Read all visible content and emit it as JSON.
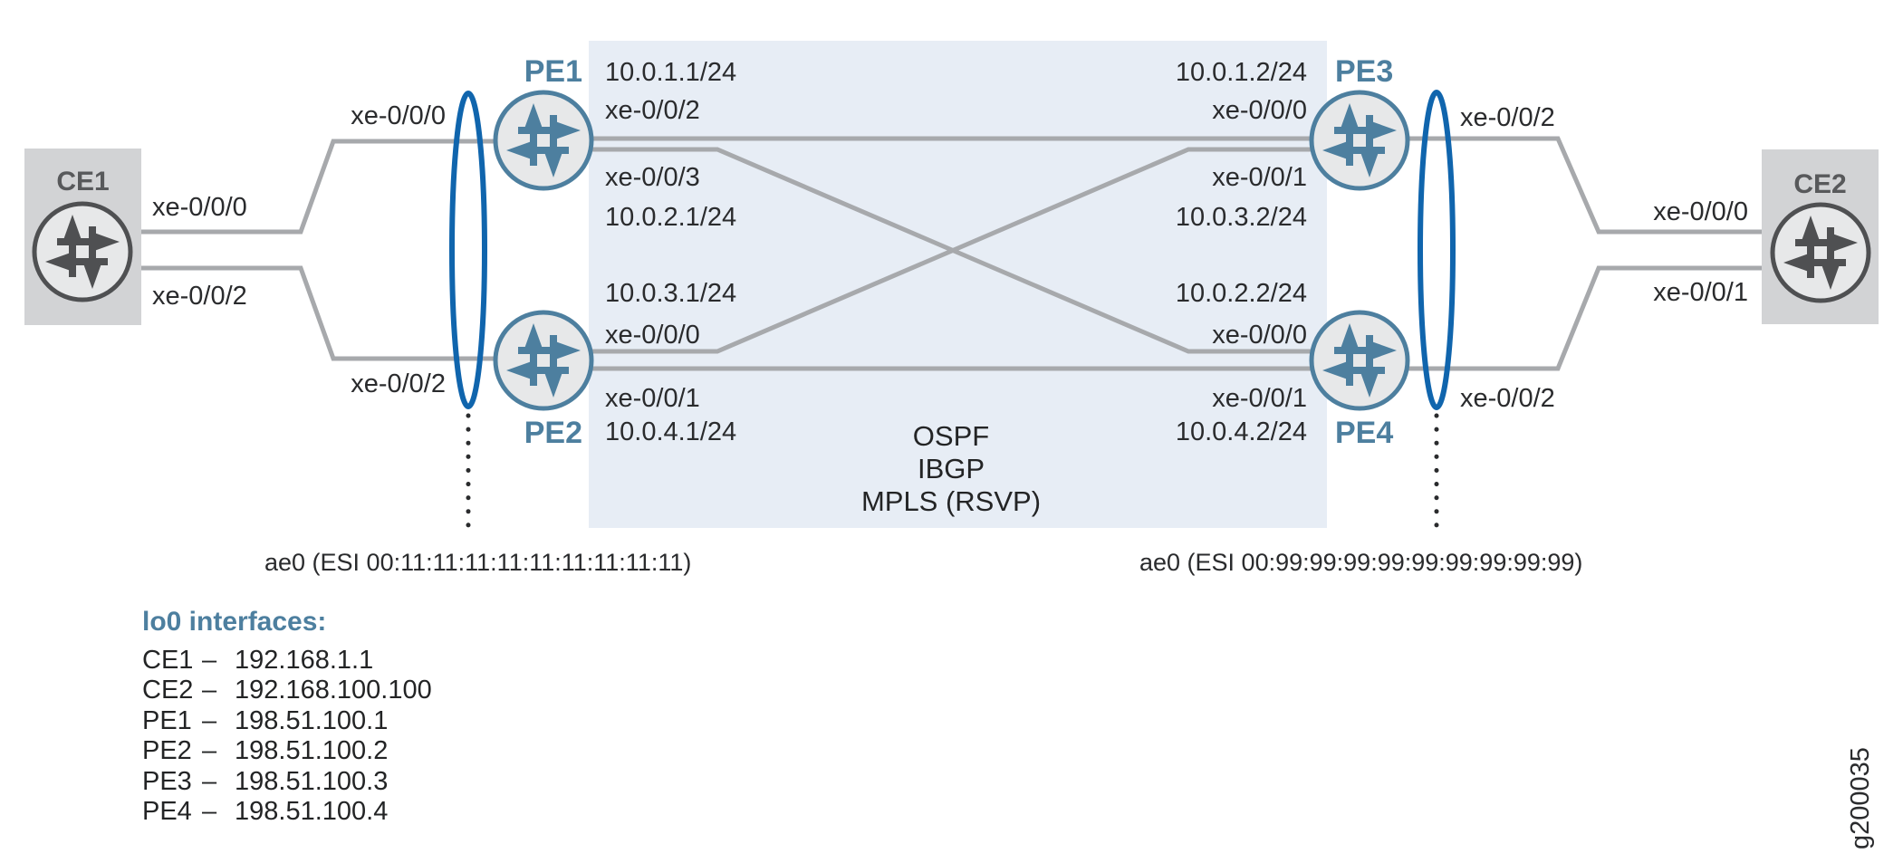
{
  "figure_label": "g200035",
  "ce1": {
    "name": "CE1",
    "if_top": "xe-0/0/0",
    "if_bottom": "xe-0/0/2"
  },
  "ce2": {
    "name": "CE2",
    "if_top": "xe-0/0/0",
    "if_bottom": "xe-0/0/1"
  },
  "pe1": {
    "name": "PE1",
    "lag_if": "xe-0/0/0",
    "rows": [
      "10.0.1.1/24",
      "xe-0/0/2",
      "xe-0/0/3",
      "10.0.2.1/24"
    ]
  },
  "pe2": {
    "name": "PE2",
    "lag_if": "xe-0/0/2",
    "rows": [
      "10.0.3.1/24",
      "xe-0/0/0",
      "xe-0/0/1",
      "10.0.4.1/24"
    ]
  },
  "pe3": {
    "name": "PE3",
    "lag_if": "xe-0/0/2",
    "rows": [
      "10.0.1.2/24",
      "xe-0/0/0",
      "xe-0/0/1",
      "10.0.3.2/24"
    ]
  },
  "pe4": {
    "name": "PE4",
    "lag_if": "xe-0/0/2",
    "rows": [
      "10.0.2.2/24",
      "xe-0/0/0",
      "xe-0/0/1",
      "10.0.4.2/24"
    ]
  },
  "core": {
    "protocols": [
      "OSPF",
      "IBGP",
      "MPLS (RSVP)"
    ]
  },
  "lag_left": "ae0 (ESI 00:11:11:11:11:11:11:11:11:11)",
  "lag_right": "ae0 (ESI 00:99:99:99:99:99:99:99:99:99)",
  "loopbacks": {
    "heading": "lo0 interfaces:",
    "dash": "–",
    "rows": [
      {
        "device": "CE1",
        "ip": "192.168.1.1"
      },
      {
        "device": "CE2",
        "ip": "192.168.100.100"
      },
      {
        "device": "PE1",
        "ip": "198.51.100.1"
      },
      {
        "device": "PE2",
        "ip": "198.51.100.2"
      },
      {
        "device": "PE3",
        "ip": "198.51.100.3"
      },
      {
        "device": "PE4",
        "ip": "198.51.100.4"
      }
    ]
  },
  "colors": {
    "pe_accent": "#4d7f9f",
    "ce_accent": "#4f5052",
    "lag_ellipse_blue": "#1065ad",
    "link_gray": "#a7a9ac",
    "ce_box_gray": "#d2d3d5",
    "core_box_blue": "#e7edf5",
    "router_fill": "#e7e8e9",
    "text_dark": "#2a2b2d"
  }
}
